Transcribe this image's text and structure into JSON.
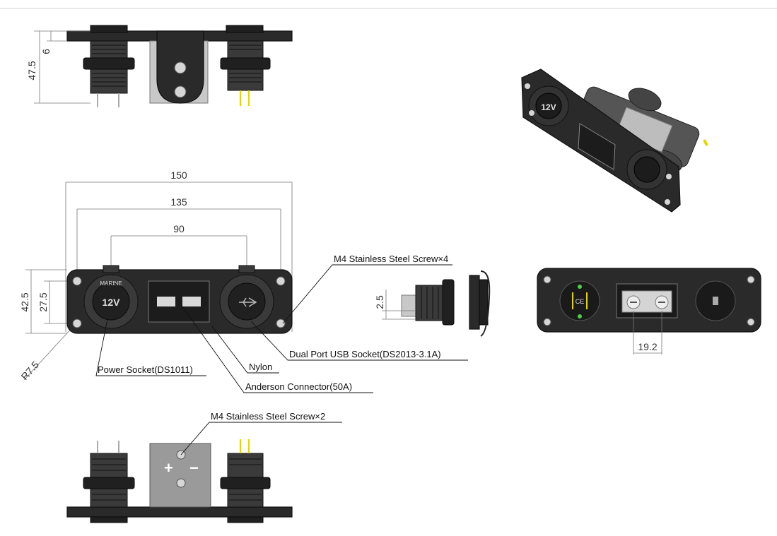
{
  "dimensions": {
    "top_height": "47.5",
    "top_offset": "6",
    "overall_width": "150",
    "hole_spacing_135": "135",
    "socket_spacing": "90",
    "overall_height": "42.5",
    "hole_vertical": "27.5",
    "corner_radius": "R7.5",
    "side_depth": "2.5",
    "terminal_gap": "19.2"
  },
  "callouts": {
    "screw_x4": "M4 Stainless Steel Screw×4",
    "usb_socket": "Dual Port USB Socket(DS2013-3.1A)",
    "nylon": "Nylon",
    "power_socket": "Power Socket(DS1011)",
    "anderson": "Anderson Connector(50A)",
    "screw_x2": "M4 Stainless Steel Screw×2"
  },
  "socket_marks": {
    "voltage": "12V",
    "marine": "MARINE",
    "plus": "+",
    "minus": "−",
    "ce": "CE"
  }
}
